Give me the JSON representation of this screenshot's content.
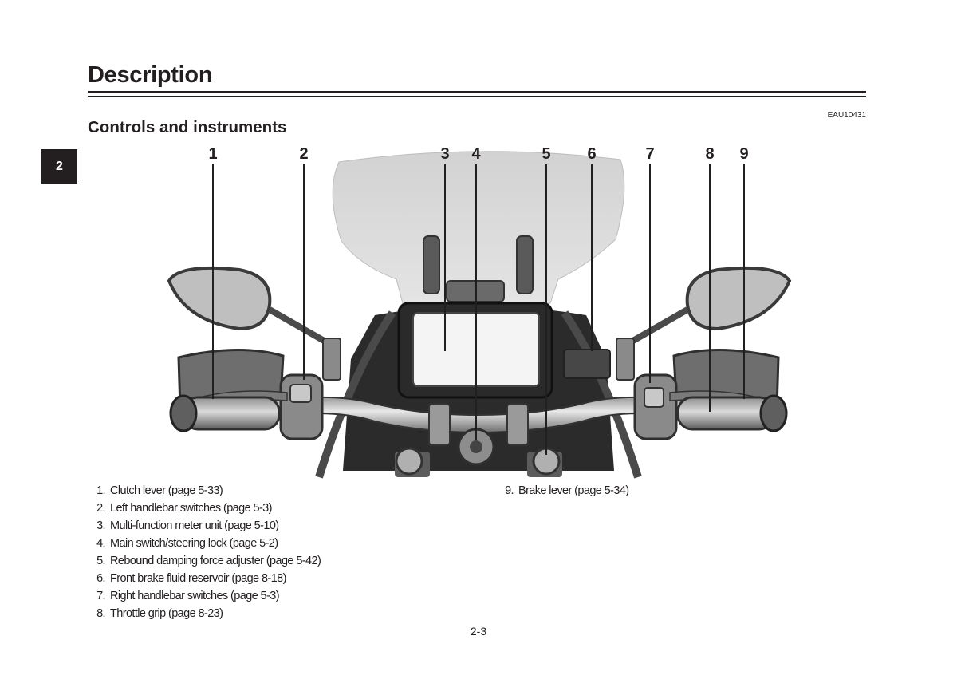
{
  "header": {
    "title": "Description",
    "doc_code": "EAU10431"
  },
  "chapter_tab": "2",
  "section": {
    "title": "Controls and instruments"
  },
  "callouts": [
    "1",
    "2",
    "3",
    "4",
    "5",
    "6",
    "7",
    "8",
    "9"
  ],
  "legend": [
    {
      "num": "1.",
      "text": "Clutch lever (page 5-33)"
    },
    {
      "num": "2.",
      "text": "Left handlebar switches (page 5-3)"
    },
    {
      "num": "3.",
      "text": "Multi-function meter unit (page 5-10)"
    },
    {
      "num": "4.",
      "text": "Main switch/steering lock (page 5-2)"
    },
    {
      "num": "5.",
      "text": "Rebound damping force adjuster (page 5-42)"
    },
    {
      "num": "6.",
      "text": "Front brake fluid reservoir (page 8-18)"
    },
    {
      "num": "7.",
      "text": "Right handlebar switches (page 5-3)"
    },
    {
      "num": "8.",
      "text": "Throttle grip (page 8-23)"
    },
    {
      "num": "9.",
      "text": "Brake lever (page 5-34)"
    }
  ],
  "footer": {
    "page_number": "2-3"
  }
}
